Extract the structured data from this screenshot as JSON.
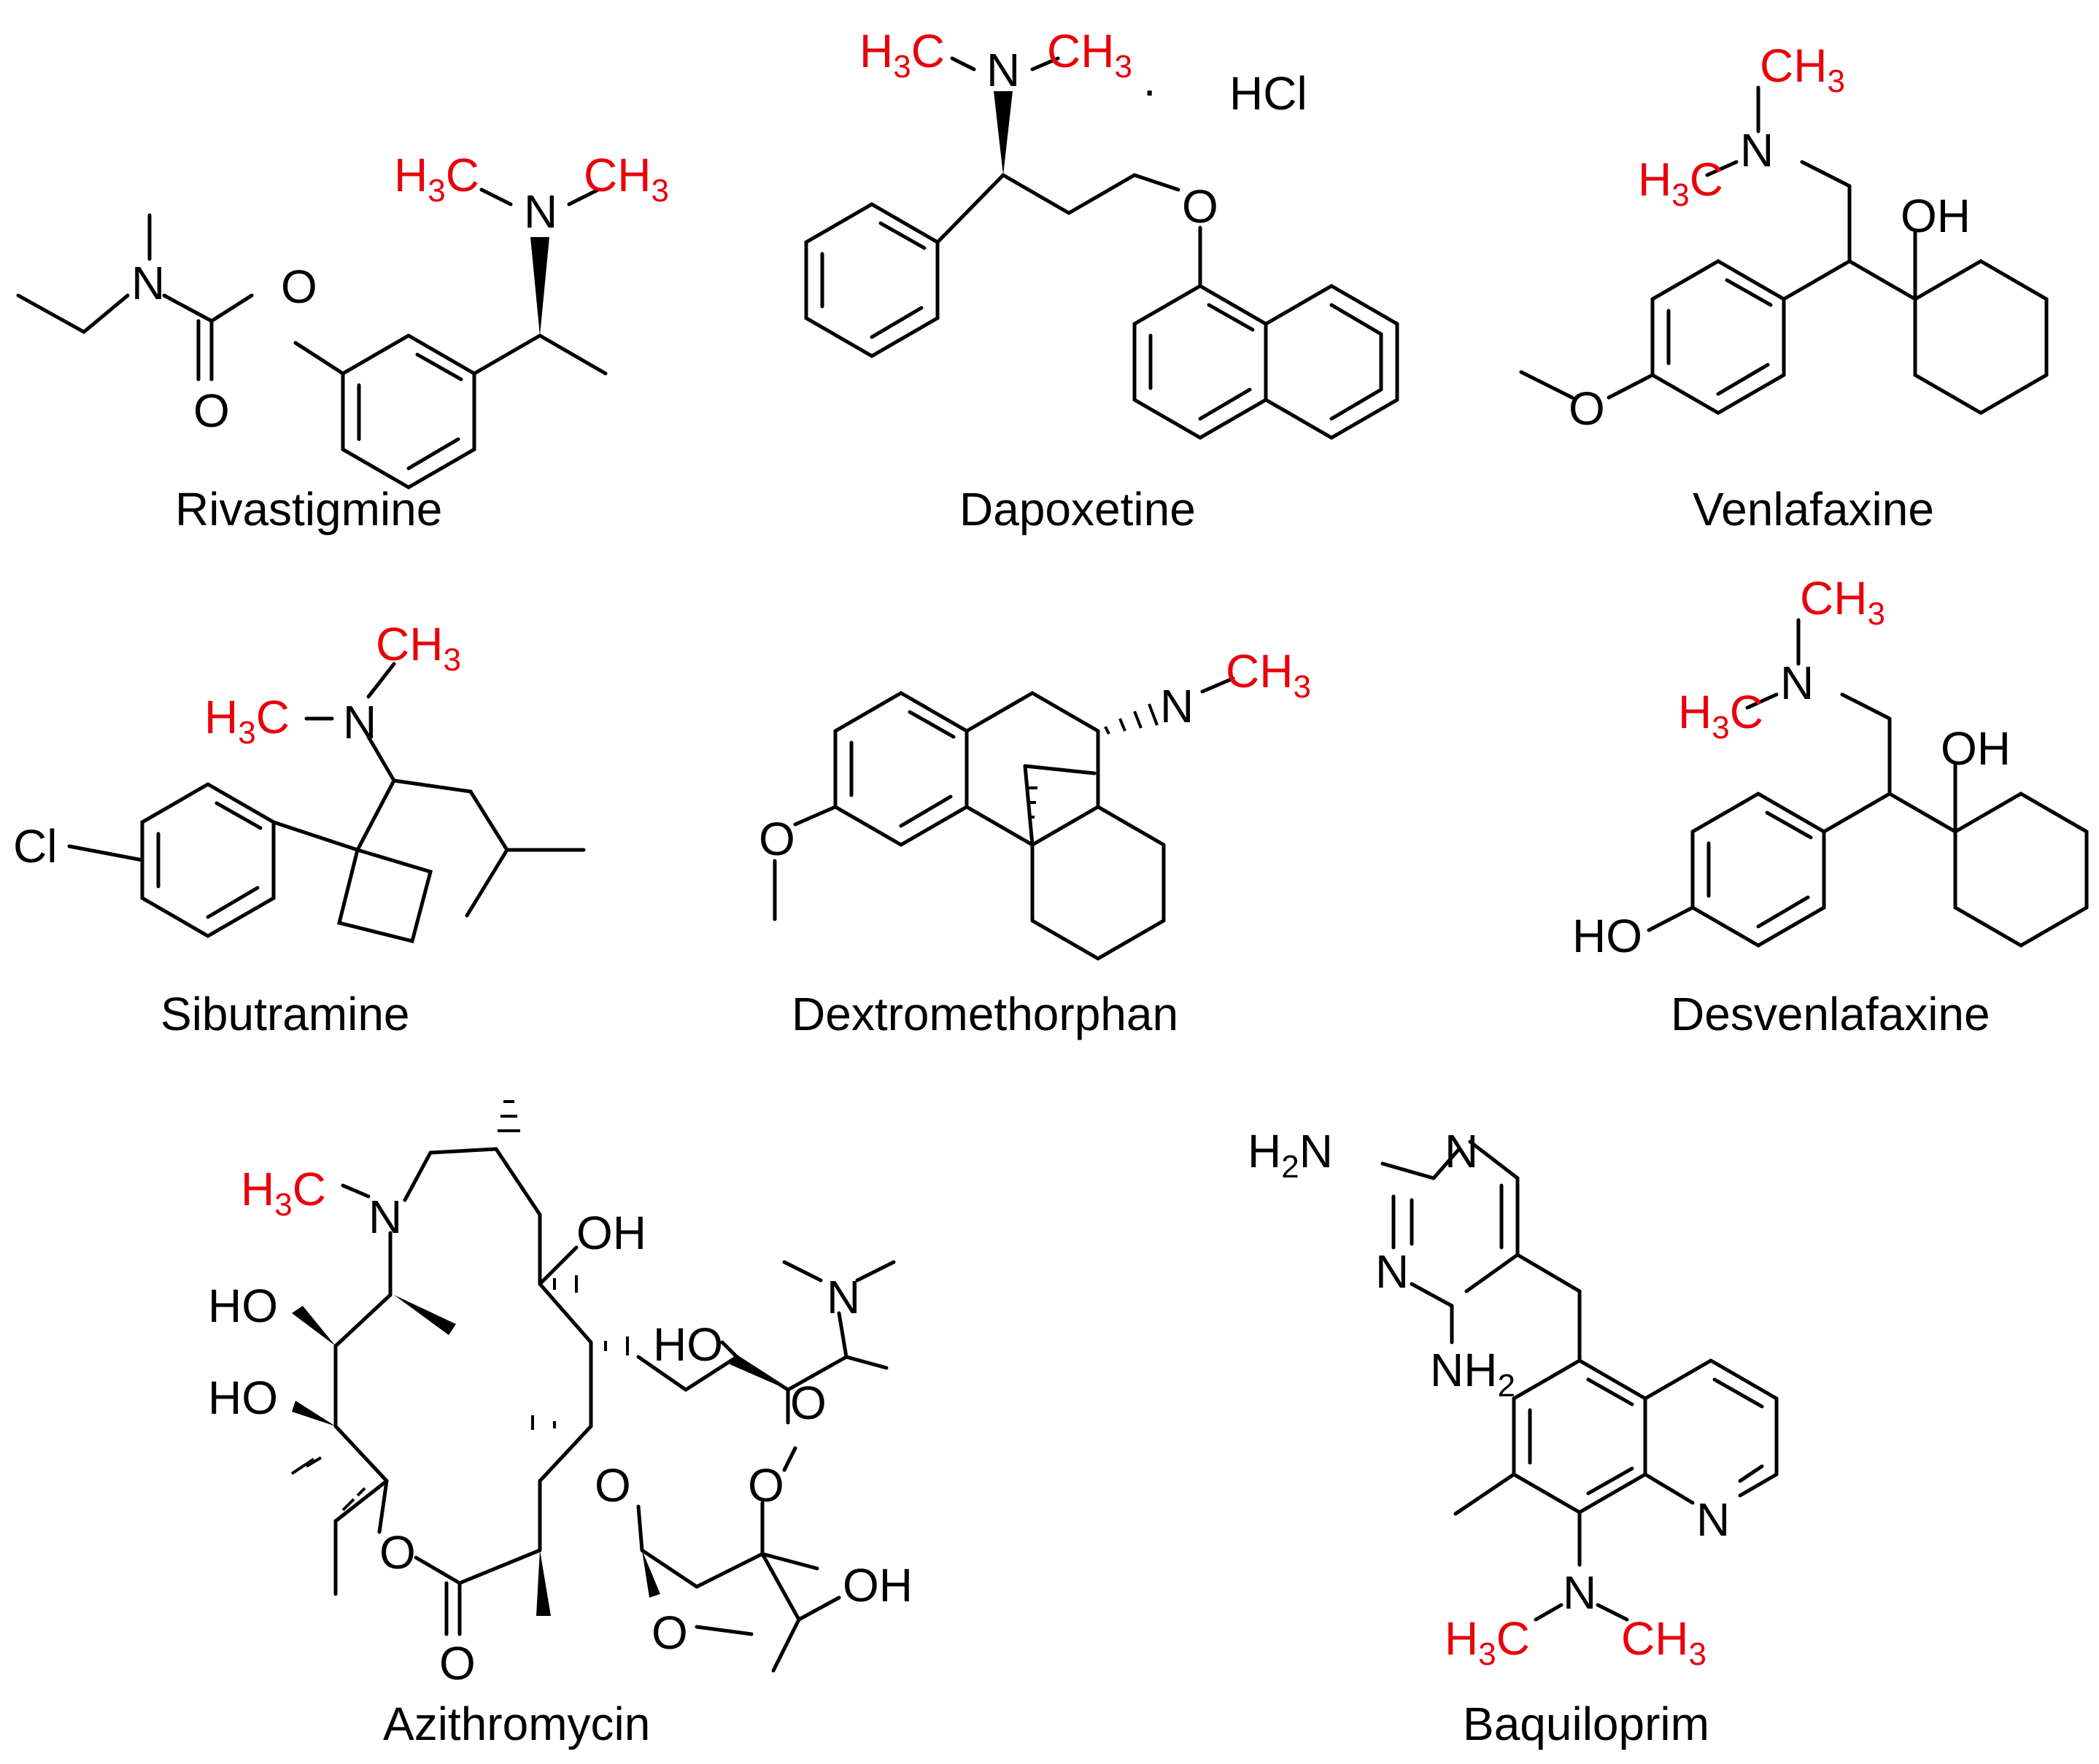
{
  "figure": {
    "colors": {
      "highlight": "#e8000b",
      "bond": "#000000",
      "background": "#ffffff"
    },
    "compounds": [
      {
        "id": "rivastigmine",
        "name": "Rivastigmine",
        "atoms": {
          "n_dimethyl": "N",
          "n_carbamate": "N",
          "o_ester": "O",
          "o_carbonyl": "O",
          "me_left": "H3C",
          "me_right": "CH3"
        }
      },
      {
        "id": "dapoxetine",
        "name": "Dapoxetine",
        "atoms": {
          "n": "N",
          "o": "O",
          "me_left": "H3C",
          "me_right": "CH3",
          "salt_dot": "·",
          "salt": "HCl"
        }
      },
      {
        "id": "venlafaxine",
        "name": "Venlafaxine",
        "atoms": {
          "n": "N",
          "oh": "OH",
          "o_methoxy": "O",
          "me_top": "CH3",
          "me_left": "H3C"
        }
      },
      {
        "id": "sibutramine",
        "name": "Sibutramine",
        "atoms": {
          "n": "N",
          "cl": "Cl",
          "me_top": "CH3",
          "me_left": "H3C"
        }
      },
      {
        "id": "dextromethorphan",
        "name": "Dextromethorphan",
        "atoms": {
          "n": "N",
          "o_methoxy": "O",
          "me": "CH3"
        }
      },
      {
        "id": "desvenlafaxine",
        "name": "Desvenlafaxine",
        "atoms": {
          "n": "N",
          "oh": "OH",
          "ho": "HO",
          "me_top": "CH3",
          "me_left": "H3C"
        }
      },
      {
        "id": "azithromycin",
        "name": "Azithromycin",
        "atoms": {
          "n_ring": "N",
          "n_sugar": "N",
          "me_n": "H3C",
          "oh_1": "OH",
          "ho_1": "HO",
          "ho_2": "HO",
          "ho_3": "HO",
          "oh_2": "OH",
          "o_ring": "O",
          "o_carbonyl": "O",
          "o_sugar1": "O",
          "o_link": "O",
          "o_sugar2": "O",
          "o_methoxy": "O"
        }
      },
      {
        "id": "baquiloprim",
        "name": "Baquiloprim",
        "atoms": {
          "nh2_top": "H2N",
          "n_1": "N",
          "n_2": "N",
          "nh2": "NH2",
          "n_quin": "N",
          "n_dm": "N",
          "me_left": "H3C",
          "me_right": "CH3"
        }
      }
    ]
  }
}
